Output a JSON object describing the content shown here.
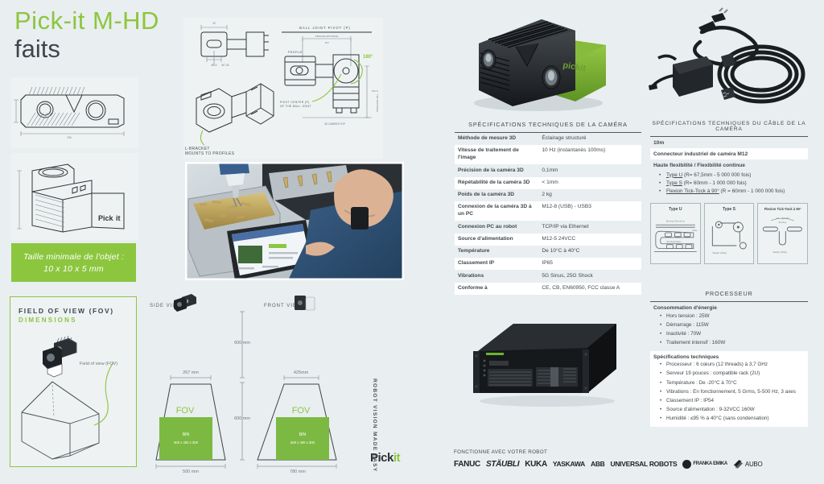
{
  "title": {
    "main": "Pick-it M-HD",
    "sub": "faits"
  },
  "min_object": {
    "line1": "Taille minimale de l'objet :",
    "line2": "10 x 10 x 5 mm"
  },
  "fov_panel": {
    "title": "FIELD OF VIEW  (FOV)",
    "subtitle": "DIMENSIONS",
    "callout": "Field of view (FOV)"
  },
  "fov_diagrams": {
    "side": {
      "view_label": "SIDE VIEW",
      "top_width": "267 mm",
      "bottom_width": "500 mm",
      "fov_label": "FOV",
      "bin_label": "BIN",
      "bin_dims": "600 x 400 x 300"
    },
    "front": {
      "view_label": "FRONT VIEW",
      "top_width": "425mm",
      "bottom_width": "780 mm",
      "fov_label": "FOV",
      "bin_label": "BIN",
      "bin_dims": "600 x 400 x 300"
    },
    "height_upper": "600 mm",
    "height_lower": "600 mm"
  },
  "drawings": {
    "ball_joint_title": "BALL JOINT PIVOT (P)",
    "profile_distance": "PROFILE DISTANCE",
    "profile_label": "PROFILE",
    "angle": "180°",
    "pivot_note_1": "PIVOT CENTER (P)",
    "pivot_note_2": "OF THE BALL JOINT",
    "camera_top": "3D CAMERA TOP",
    "top_distance": "TOP DISTANCE",
    "bracket_note_1": "L-BRACKET",
    "bracket_note_2": "MOUNTS TO PROFILES"
  },
  "camera_specs": {
    "title": "SPÉCIFICATIONS TECHNIQUES DE LA CAMÉRA",
    "rows": [
      {
        "key": "Méthode de mesure 3D",
        "value": "Éclairage structuré"
      },
      {
        "key": "Vitesse de traitement de l'image",
        "value": "10 Hz (instantanés 100ms)"
      },
      {
        "key": "Précision de la caméra 3D",
        "value": "0,1mm"
      },
      {
        "key": "Répétabilité de la caméra 3D",
        "value": "< 1mm"
      },
      {
        "key": "Poids de la caméra 3D",
        "value": "2 kg"
      },
      {
        "key": "Connexion de la caméra 3D à un PC",
        "value": "M12-8 (USB) - USB3"
      },
      {
        "key": "Connexion PC au robot",
        "value": "TCP/IP via Ethernet"
      },
      {
        "key": "Source d'alimentation",
        "value": "M12-5 24VCC"
      },
      {
        "key": "Température",
        "value": "De 10°C à 40°C"
      },
      {
        "key": "Classement IP",
        "value": "IP65"
      },
      {
        "key": "Vibrations",
        "value": "5G Sinus, 25G Shock"
      },
      {
        "key": "Conforme à",
        "value": "CE, CB, EN60950, FCC classe A"
      }
    ]
  },
  "cable_specs": {
    "title": "SPÉCIFICATIONS TECHNIQUES DU CÂBLE DE LA CAMÉRA",
    "length": "10m",
    "connector": "Connecteur industriel de caméra M12",
    "flex_heading": "Haute flexibilité / Flexibilité continue",
    "flex_items": [
      {
        "link": "Type U",
        "rest": " (R= 67,5mm - 5 000 000 fois)"
      },
      {
        "link": "Type S",
        "rest": " (R= 60mm - 1 000 000 fois)"
      },
      {
        "link": "Flexion Tick-Tock à 90°",
        "rest": " (R = 60mm - 1 000 000 fois)"
      }
    ],
    "diagrams": [
      {
        "title": "Type U",
        "note_1": "Moving Directions",
        "note_2": "Bending Radius",
        "note_3": "Cable"
      },
      {
        "title": "Type S",
        "note_1": "Weight (400g)",
        "note_2": "",
        "note_3": ""
      },
      {
        "title": "Flexion Tick-Tock à 90°",
        "note_1": "Left – right 90°",
        "note_2": "Bending",
        "note_3": "Weight (400g)"
      }
    ]
  },
  "processor": {
    "title": "PROCESSEUR",
    "energy_heading": "Consommation d'énergie",
    "energy_items": [
      "Hors tension : 25W",
      "Démarrage : 115W",
      "Inactivité : 70W",
      "Traitement intensif : 160W"
    ],
    "tech_heading": "Spécifications techniques",
    "tech_items": [
      "Processeur : 6 cœurs (12 threads) à 3,7 GHz",
      "Serveur 19 pouces : compatible rack (2U)",
      "Température : De -20°C à 70°C",
      "Vibrations : En fonctionnement, 5 Grms, 5-500 Hz, 3 axes",
      "Classement IP : IP54",
      "Source d'alimentation : 9-32VCC 160W",
      "Humidité : ≤95 % à 40°C (sans condensation)"
    ]
  },
  "branding": {
    "vertical_text": "ROBOT VISION MADE EASY",
    "logo": "Pick",
    "logo_accent": "it"
  },
  "footer": {
    "caption": "FONCTIONNE AVEC VOTRE ROBOT",
    "brands": [
      "FANUC",
      "STÄUBLI",
      "KUKA",
      "YASKAWA",
      "ABB",
      "UNIVERSAL ROBOTS",
      "FRANKA EMIKA",
      "AUBO"
    ]
  },
  "colors": {
    "accent_green": "#8cc63e",
    "background": "#e9eef0",
    "text_dark": "#3d464c"
  }
}
